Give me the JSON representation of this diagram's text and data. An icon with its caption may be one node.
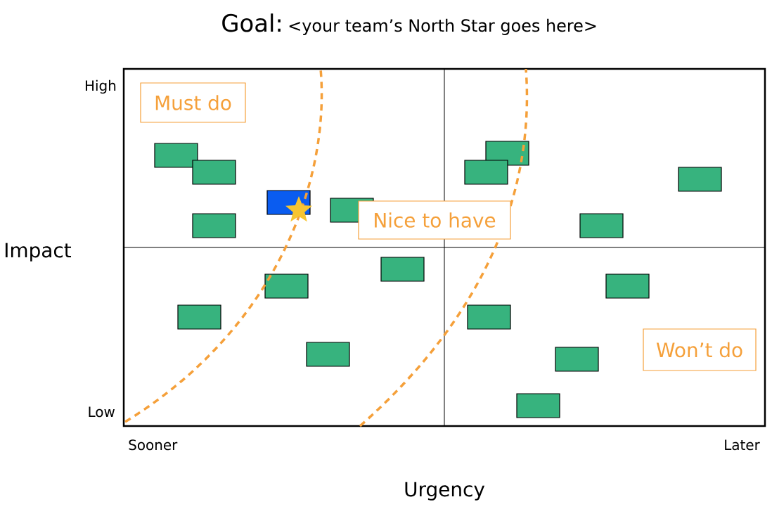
{
  "diagram": {
    "title": "Goal:",
    "nodes": [
      {
        "text": [
          "Must do"
        ]
      },
      {
        "text": [],
        "shape": "box"
      },
      {
        "text": [],
        "shape": "box"
      },
      {
        "text": [],
        "shape": "box"
      },
      {
        "text": [],
        "shape": "box"
      },
      {
        "text": [],
        "shape": "box"
      },
      {
        "text": [],
        "shape": "box"
      },
      {
        "text": [],
        "shape": "box"
      },
      {
        "text": [],
        "shape": "box"
      },
      {
        "text": [
          "Nice to have"
        ]
      },
      {
        "text": [],
        "shape": "box"
      },
      {
        "text": [],
        "shape": "box"
      },
      {
        "text": [],
        "shape": "box"
      },
      {
        "text": [],
        "shape": "box"
      },
      {
        "text": [],
        "shape": "box"
      },
      {
        "text": [],
        "shape": "box"
      },
      {
        "text": [],
        "shape": "box"
      },
      {
        "text": [
          "Won’t do"
        ]
      },
      {
        "text": [],
        "shape": "box"
      },
      {
        "text": [],
        "shape": "box"
      }
    ],
    "labels": [
      "<your team’s North Star goes here>",
      "High",
      "Impact",
      "Low",
      "Sooner",
      "Later",
      "Urgency"
    ]
  }
}
